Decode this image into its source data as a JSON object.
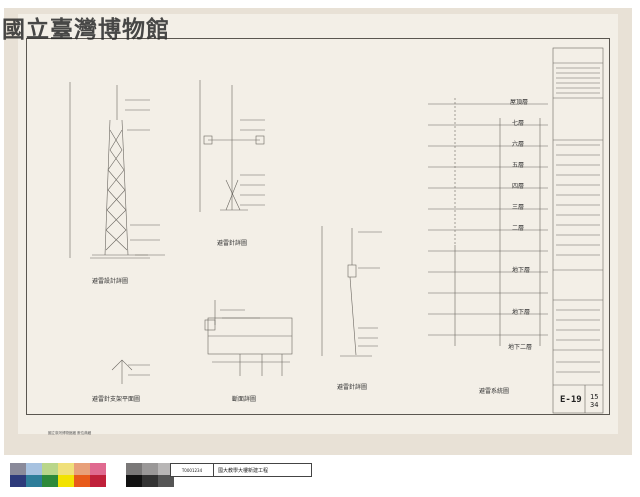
{
  "watermark": "國立臺灣博物館",
  "drawing": {
    "captions": {
      "tower": "避雷設計詳圖",
      "bracket": "避雷針詳圖",
      "plan": "避雷針支架平面圖",
      "section": "斷面詳圖",
      "mast": "避雷針詳圖",
      "floors": "避雷系統圖"
    },
    "floor_labels": [
      "屋頂層",
      "七層",
      "六層",
      "五層",
      "四層",
      "三層",
      "二層",
      "地下層",
      "地下層",
      "地下二層"
    ],
    "credit": "國立臺灣博物館藏 數位典藏"
  },
  "title_block": {
    "sheet_id": "E-19",
    "page_number": "15",
    "page_total": "34"
  },
  "archive_bar": {
    "code": "T0001234",
    "title": "國大教學大樓新建工程"
  },
  "colors": {
    "paper": "#f3efe7",
    "sheet": "#e8e1d6",
    "ink": "#5a5650",
    "swatches_top": [
      "#8a8a9a",
      "#a7c2e0",
      "#b9d68a",
      "#f0e07a",
      "#e8a07a",
      "#e06a90"
    ],
    "swatches_bottom": [
      "#2d3a7a",
      "#2e7d9a",
      "#2e8a3a",
      "#f2e200",
      "#e85a1a",
      "#c0203a"
    ],
    "grays_top": [
      "#7a7878",
      "#9a9898",
      "#b8b6b6"
    ],
    "grays_bottom": [
      "#111111",
      "#333333",
      "#555555"
    ]
  }
}
